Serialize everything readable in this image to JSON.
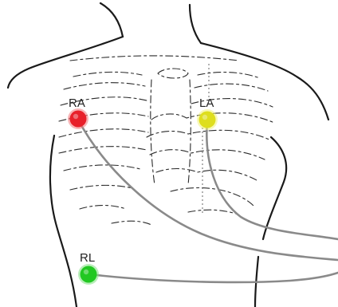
{
  "electrodes": [
    {
      "id": "ra",
      "label": "RA",
      "color": "#e8202a",
      "glow": "#f27a7e"
    },
    {
      "id": "la",
      "label": "LA",
      "color": "#dede1e",
      "glow": "#f2f27a"
    },
    {
      "id": "rl",
      "label": "RL",
      "color": "#22c822",
      "glow": "#7ee07e"
    }
  ],
  "colors": {
    "outline": "#1a1a1a",
    "ribs": "#2a2a2a",
    "lead_wires": "#8a8a8a"
  },
  "icons": [
    "torso-outline",
    "ribcage",
    "electrode-pad",
    "lead-wire"
  ]
}
